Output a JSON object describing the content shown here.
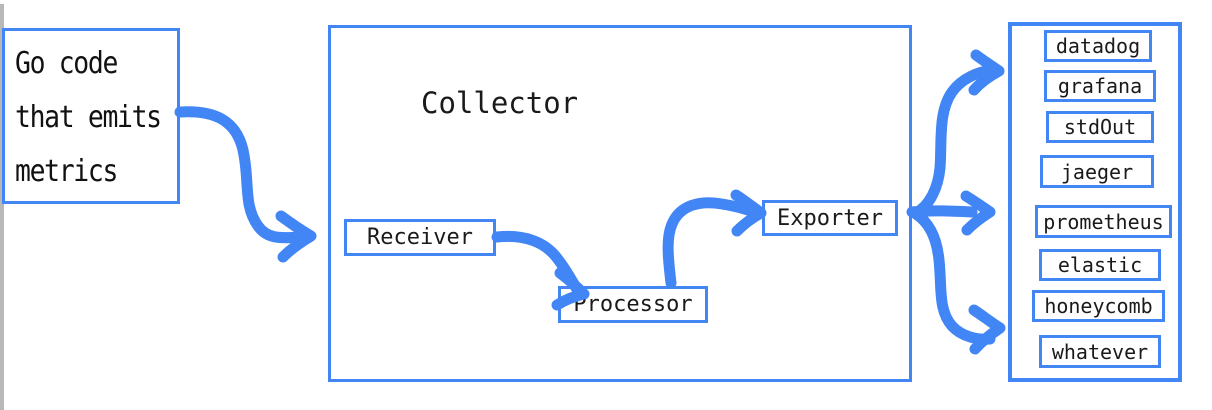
{
  "diagram": {
    "title_source": "Go code that emits metrics",
    "accent_color": "#4285f4",
    "background_color": "#ffffff",
    "text_color": "#1a1a1a"
  },
  "source_box": {
    "name": "go-code-emitter",
    "lines": [
      "Go code",
      "that emits",
      "metrics"
    ]
  },
  "collector": {
    "title": "Collector",
    "components": [
      {
        "key": "receiver",
        "label": "Receiver"
      },
      {
        "key": "processor",
        "label": "Processor"
      },
      {
        "key": "exporter",
        "label": "Exporter"
      }
    ]
  },
  "backends": {
    "items": [
      {
        "label": "datadog"
      },
      {
        "label": "grafana"
      },
      {
        "label": "stdOut"
      },
      {
        "label": "jaeger"
      },
      {
        "label": "prometheus"
      },
      {
        "label": "elastic"
      },
      {
        "label": "honeycomb"
      },
      {
        "label": "whatever"
      }
    ]
  },
  "arrows": [
    {
      "name": "source-to-collector",
      "from": "go-code-emitter",
      "to": "receiver"
    },
    {
      "name": "receiver-to-processor",
      "from": "receiver",
      "to": "processor"
    },
    {
      "name": "processor-to-exporter",
      "from": "processor",
      "to": "exporter"
    },
    {
      "name": "exporter-to-backends-top",
      "from": "exporter",
      "to": "backends"
    },
    {
      "name": "exporter-to-backends-middle",
      "from": "exporter",
      "to": "backends"
    },
    {
      "name": "exporter-to-backends-bottom",
      "from": "exporter",
      "to": "backends"
    }
  ]
}
